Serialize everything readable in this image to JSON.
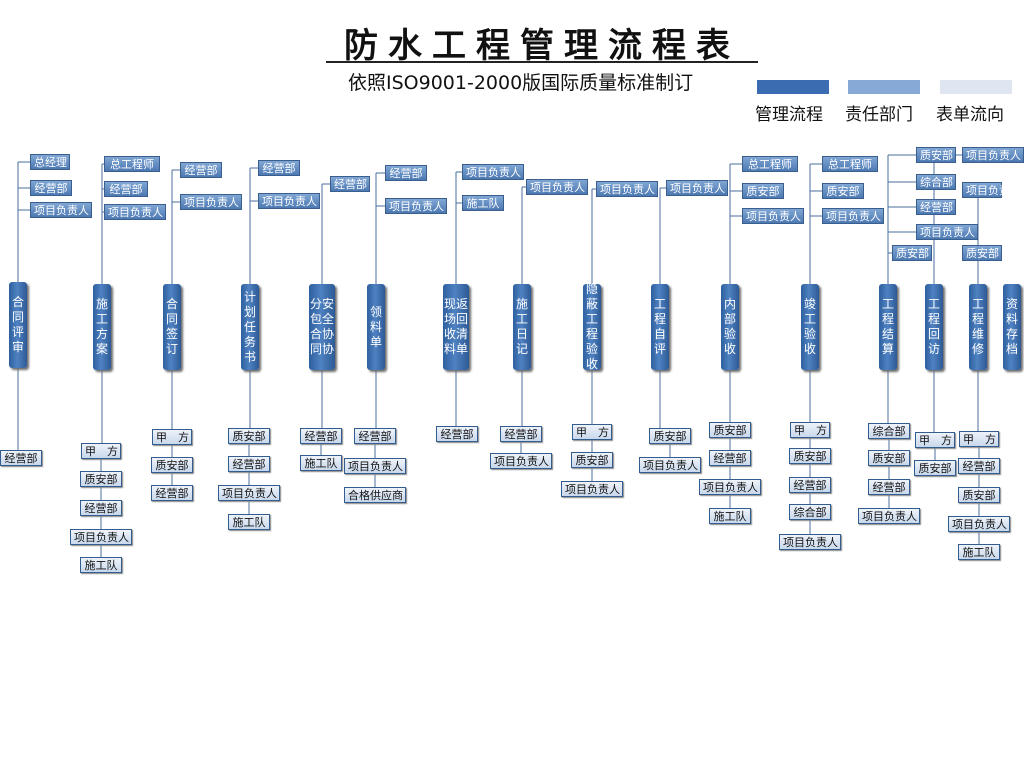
{
  "header": {
    "title": "防水工程管理流程表",
    "subtitle": "依照ISO9001-2000版国际质量标准制订"
  },
  "legend": [
    {
      "label": "管理流程",
      "color": "#3b6bb0"
    },
    {
      "label": "责任部门",
      "color": "#86a9d6"
    },
    {
      "label": "表单流向",
      "color": "#dfe6f1"
    }
  ],
  "colors": {
    "process": "#3b6bb0",
    "department": "#6f98cc",
    "form": "#e2eaf5",
    "line": "#4a6f9e"
  },
  "steps": [
    {
      "label": "合同评审",
      "depts": [
        "总经理",
        "经营部",
        "项目负责人"
      ],
      "forms": [
        "经营部"
      ]
    },
    {
      "label": "施工方案",
      "depts": [
        "总工程师",
        "经营部",
        "项目负责人"
      ],
      "forms": [
        "甲　方",
        "质安部",
        "经营部",
        "项目负责人",
        "施工队"
      ]
    },
    {
      "label": "合同签订",
      "depts": [
        "经营部",
        "项目负责人"
      ],
      "forms": [
        "甲　方",
        "质安部",
        "经营部"
      ]
    },
    {
      "label": "计划任务书",
      "depts": [
        "经营部",
        "项目负责人"
      ],
      "forms": [
        "质安部",
        "经营部",
        "项目负责人",
        "施工队"
      ]
    },
    {
      "label": "分安包全合协同协",
      "depts": [
        "经营部"
      ],
      "forms": [
        "经营部",
        "施工队"
      ]
    },
    {
      "label": "领料单",
      "depts": [
        "经营部",
        "项目负责人"
      ],
      "forms": [
        "经营部",
        "项目负责人",
        "合格供应商"
      ]
    },
    {
      "label": "现返场回收清料单",
      "depts": [
        "项目负责人",
        "施工队"
      ],
      "forms": [
        "经营部"
      ]
    },
    {
      "label": "施工日记",
      "depts": [
        "项目负责人"
      ],
      "forms": [
        "经营部",
        "项目负责人"
      ]
    },
    {
      "label": "隐蔽工程验收",
      "depts": [
        "项目负责人"
      ],
      "forms": [
        "甲　方",
        "质安部",
        "项目负责人"
      ]
    },
    {
      "label": "工程自评",
      "depts": [
        "项目负责人"
      ],
      "forms": [
        "质安部",
        "项目负责人"
      ]
    },
    {
      "label": "内部验收",
      "depts": [
        "总工程师",
        "质安部",
        "项目负责人"
      ],
      "forms": [
        "质安部",
        "经营部",
        "项目负责人",
        "施工队"
      ]
    },
    {
      "label": "竣工验收",
      "depts": [
        "总工程师",
        "质安部",
        "项目负责人"
      ],
      "forms": [
        "甲　方",
        "质安部",
        "经营部",
        "综合部",
        "项目负责人"
      ]
    },
    {
      "label": "工程结算",
      "depts": [
        "质安部",
        "综合部",
        "经营部",
        "项目负责人",
        "质安部"
      ],
      "forms": [
        "综合部",
        "质安部",
        "经营部",
        "项目负责人"
      ]
    },
    {
      "label": "工程回访",
      "depts": [
        "项目负责人"
      ],
      "forms": [
        "甲　方",
        "质安部"
      ]
    },
    {
      "label": "工程维修",
      "depts": [
        "项目负责人",
        "质安部"
      ],
      "forms": [
        "甲　方",
        "经营部",
        "质安部",
        "项目负责人",
        "施工队"
      ]
    },
    {
      "label": "资料存档",
      "depts": [],
      "forms": []
    }
  ]
}
